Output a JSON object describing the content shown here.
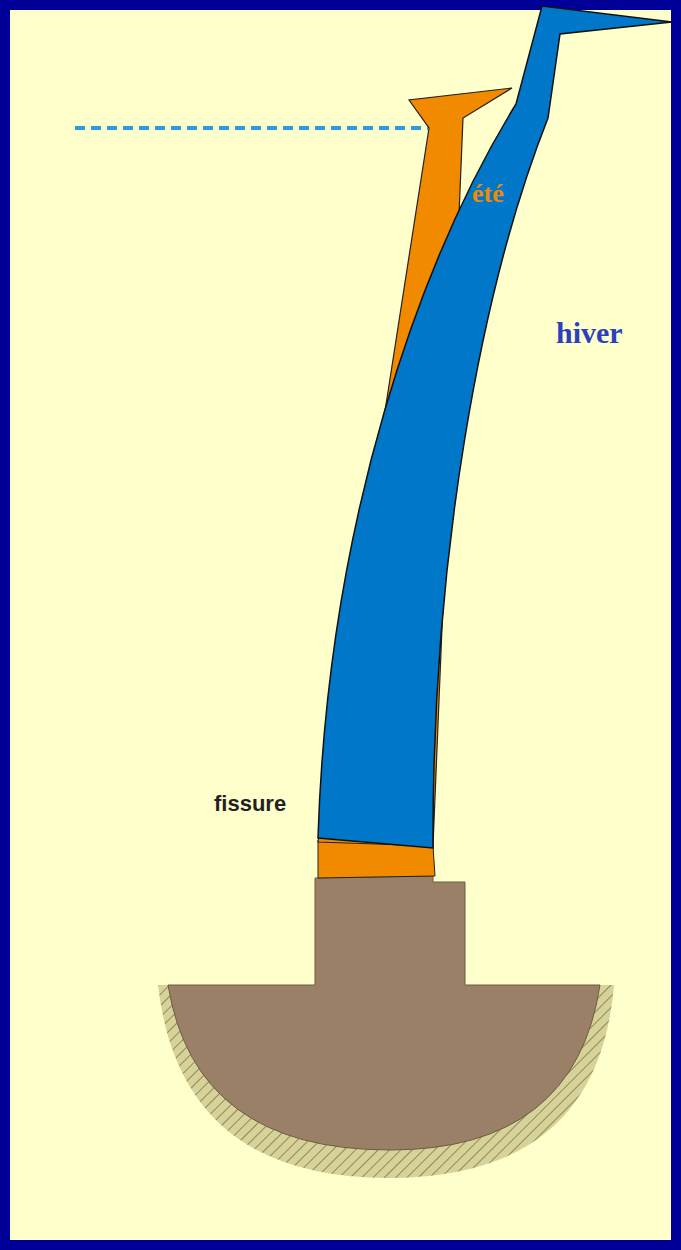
{
  "diagram": {
    "labels": [
      "été",
      "hiver",
      "fissure"
    ]
  }
}
